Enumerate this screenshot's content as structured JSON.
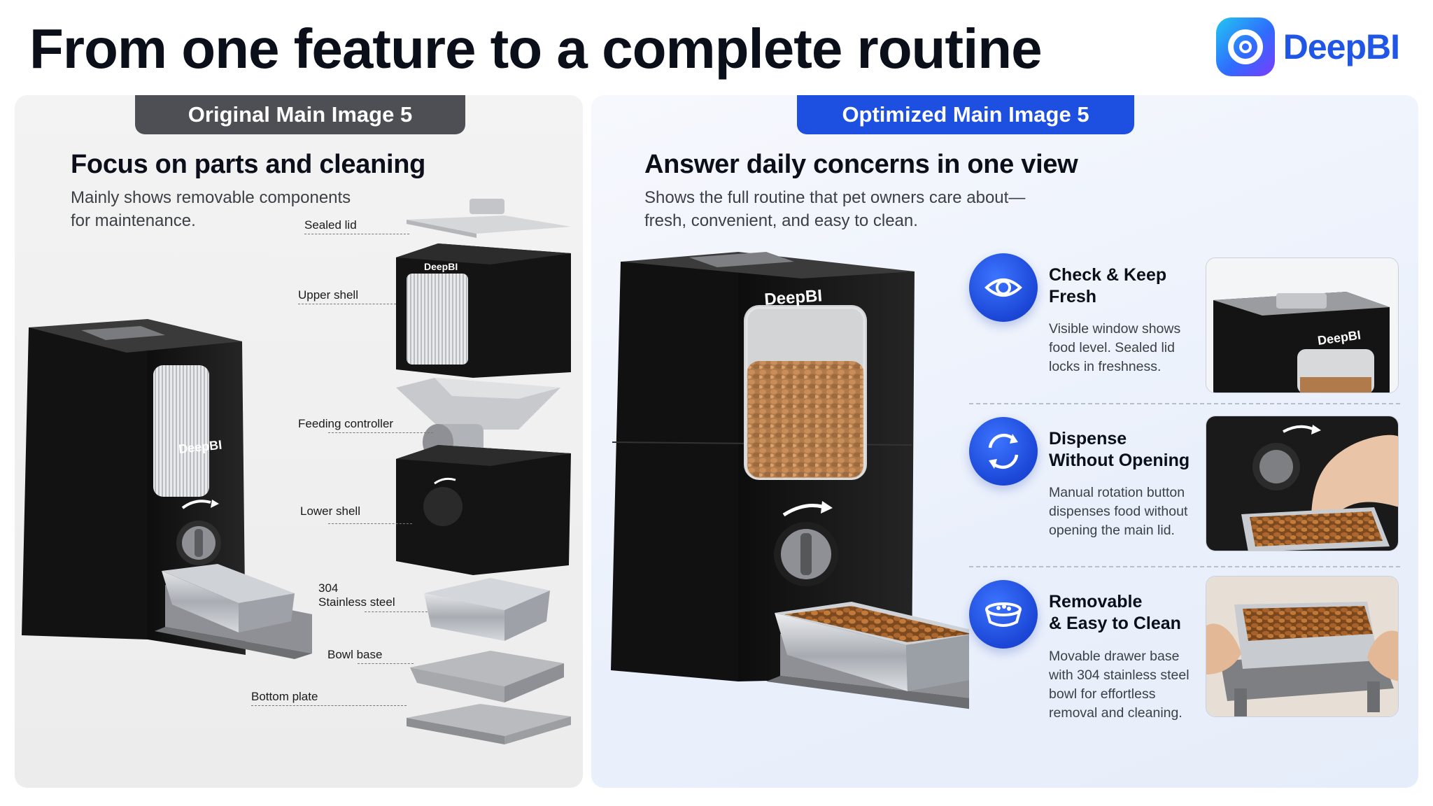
{
  "header": {
    "title": "From one feature to a complete routine",
    "brand_name": "DeepBI"
  },
  "left_panel": {
    "tab_label": "Original Main Image 5",
    "heading": "Focus on parts and cleaning",
    "subtitle_line1": "Mainly shows removable components",
    "subtitle_line2": "for maintenance.",
    "product_logo": "DeepBI",
    "callouts": {
      "sealed_lid": "Sealed lid",
      "upper_shell": "Upper shell",
      "feeding_controller": "Feeding controller",
      "lower_shell": "Lower shell",
      "stainless_line1": "304",
      "stainless_line2": "Stainless steel",
      "bowl_base": "Bowl base",
      "bottom_plate": "Bottom plate"
    }
  },
  "right_panel": {
    "tab_label": "Optimized Main Image 5",
    "heading": "Answer daily concerns in one view",
    "subtitle_line1": "Shows the full routine that pet owners care about—",
    "subtitle_line2": "fresh, convenient, and easy to clean.",
    "product_logo": "DeepBI",
    "features": [
      {
        "icon": "eye-icon",
        "title_line1": "Check & Keep",
        "title_line2": "Fresh",
        "desc_line1": "Visible window shows",
        "desc_line2": "food level. Sealed lid",
        "desc_line3": "locks in freshness.",
        "desc_line4": ""
      },
      {
        "icon": "rotate-icon",
        "title_line1": "Dispense",
        "title_line2": "Without Opening",
        "desc_line1": "Manual rotation button",
        "desc_line2": "dispenses food without",
        "desc_line3": "opening the main lid.",
        "desc_line4": ""
      },
      {
        "icon": "bowl-icon",
        "title_line1": "Removable",
        "title_line2": "& Easy to Clean",
        "desc_line1": "Movable drawer base",
        "desc_line2": "with 304 stainless steel",
        "desc_line3": "bowl for effortless",
        "desc_line4": "removal and cleaning."
      }
    ]
  },
  "colors": {
    "accent_blue": "#1d4fe0",
    "tab_gray": "#4d4f55",
    "device_black": "#161616",
    "steel": "#b8bcc2"
  }
}
